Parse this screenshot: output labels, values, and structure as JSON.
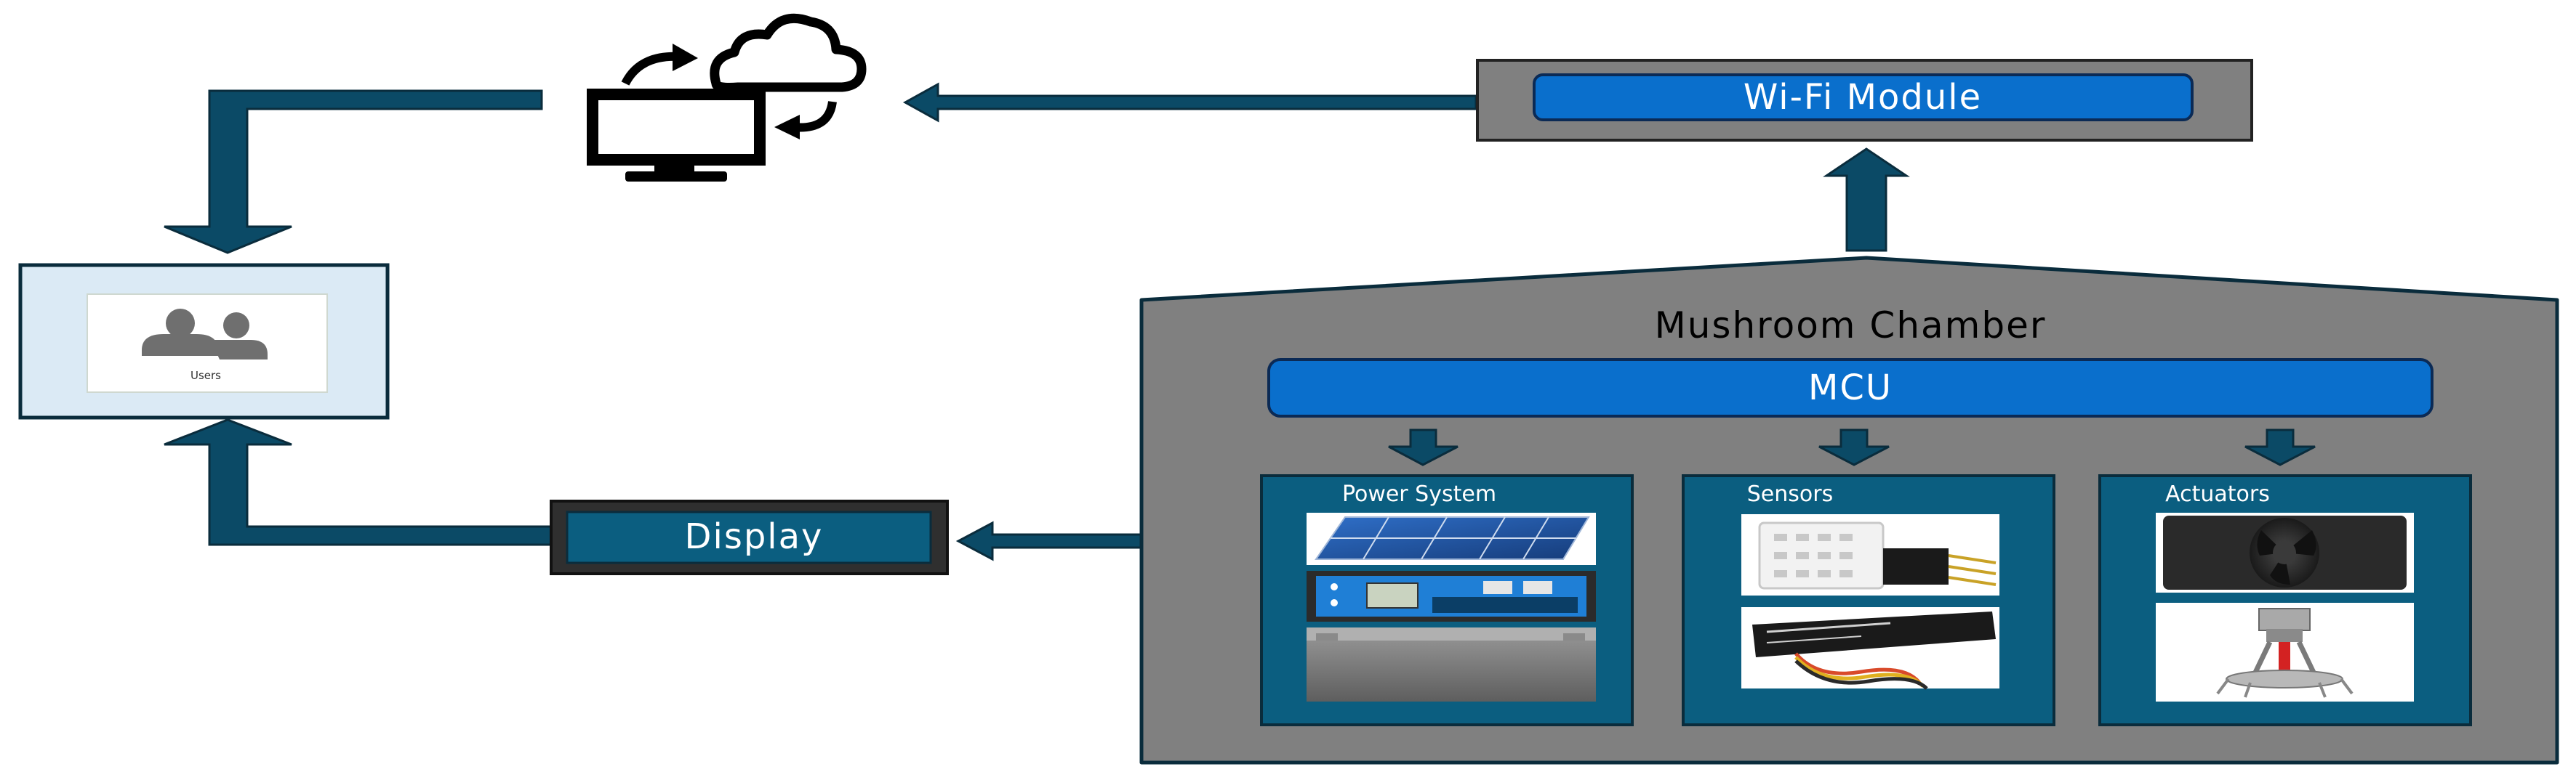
{
  "labels": {
    "wifi_module": "Wi-Fi Module",
    "mushroom_chamber": "Mushroom Chamber",
    "mcu": "MCU",
    "power_system": "Power System",
    "sensors": "Sensors",
    "actuators": "Actuators",
    "display": "Display",
    "users": "Users"
  },
  "icons": {
    "cloud_computer": "cloud-computer-sync-icon",
    "users": "users-group-icon",
    "solar_panel": "solar-panel-image",
    "charge_controller": "charge-controller-image",
    "battery": "battery-image",
    "humidity_sensor": "humidity-temperature-sensor-image",
    "soil_moisture_sensor": "soil-moisture-sensor-image",
    "fan": "cooling-fan-image",
    "sprinkler": "water-sprinkler-image"
  },
  "colors": {
    "arrow": "#0b4a66",
    "arrow_outline": "#0a2c3c",
    "chamber_fill": "#808080",
    "module_blue": "#0a6fcc",
    "subsystem_fill": "#0b5e80",
    "users_box_fill": "#dbeaf5"
  }
}
